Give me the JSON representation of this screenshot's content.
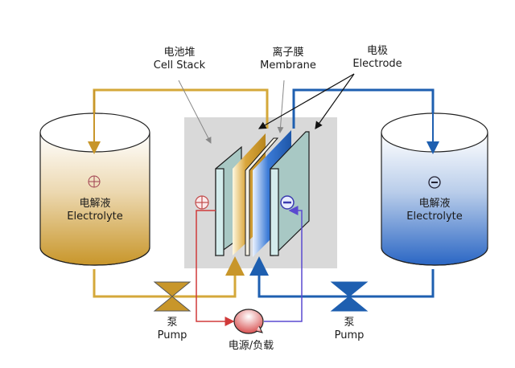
{
  "diagram": {
    "title": "Redox flow battery schematic",
    "labels": {
      "cell_stack": {
        "zh": "电池堆",
        "en": "Cell Stack"
      },
      "membrane": {
        "zh": "离子膜",
        "en": "Membrane"
      },
      "electrode": {
        "zh": "电极",
        "en": "Electrode"
      },
      "left_tank": {
        "zh": "电解液",
        "en": "Electrolyte",
        "polarity": "⊕"
      },
      "right_tank": {
        "zh": "电解液",
        "en": "Electrolyte",
        "polarity": "⊖"
      },
      "left_pump": {
        "zh": "泵",
        "en": "Pump"
      },
      "right_pump": {
        "zh": "泵",
        "en": "Pump"
      },
      "power_load": {
        "zh": "电源/负载"
      },
      "positive_terminal": "⊕",
      "negative_terminal": "⊖"
    },
    "colors": {
      "positive_electrolyte": "#c8962a",
      "negative_electrolyte": "#1e5fb0",
      "positive_wire": "#d03a3a",
      "negative_wire": "#6a5ad0",
      "stack_bg": "#d9d9d9",
      "electrode_plate": "#a8c8c4"
    }
  }
}
